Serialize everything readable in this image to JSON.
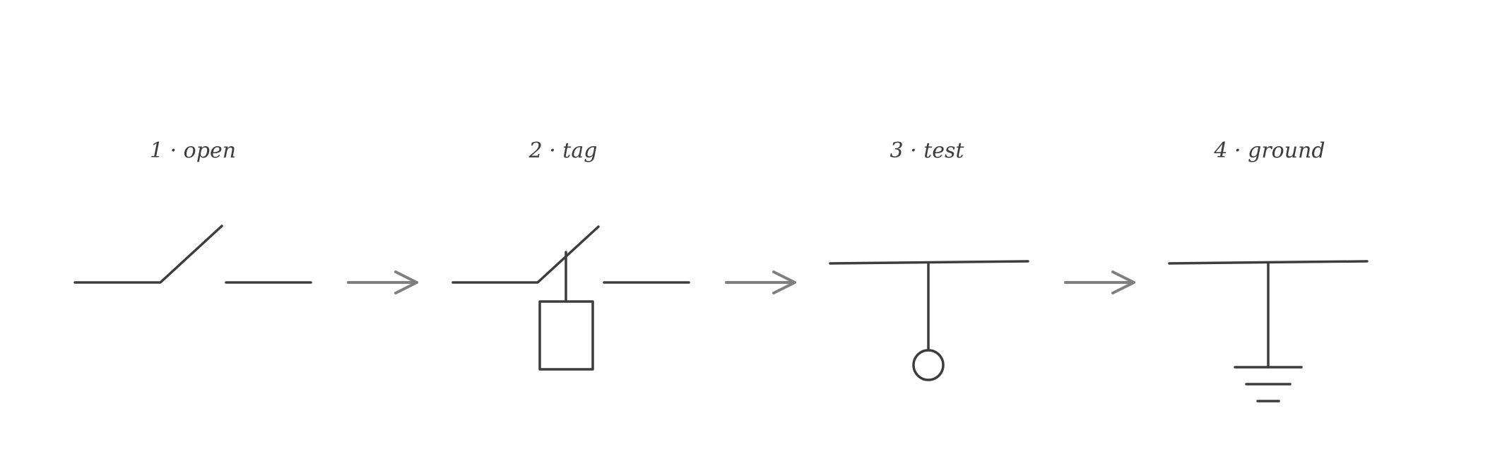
{
  "steps": [
    {
      "label": "1 · open",
      "symbol": "open-switch"
    },
    {
      "label": "2 · tag",
      "symbol": "tagged-switch"
    },
    {
      "label": "3 · test",
      "symbol": "test-point"
    },
    {
      "label": "4 · ground",
      "symbol": "ground"
    }
  ],
  "colors": {
    "stroke": "#3d3d3d",
    "arrow": "#7f7f7f",
    "background": "#ffffff"
  }
}
